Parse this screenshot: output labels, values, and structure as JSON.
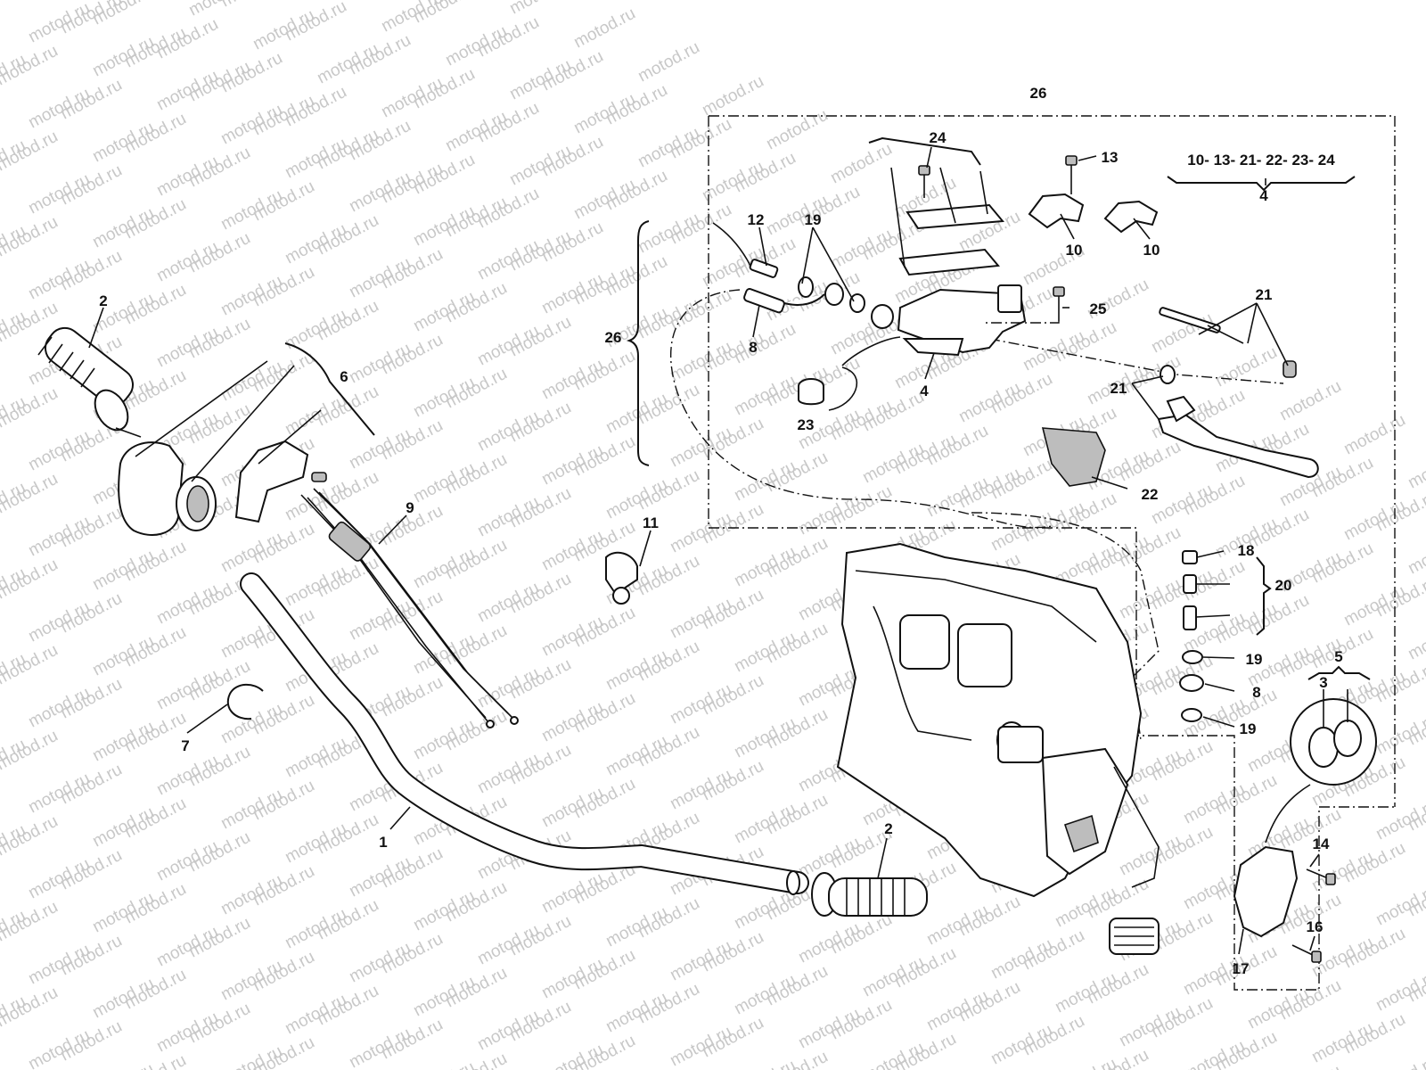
{
  "watermark": {
    "text": "motod.ru",
    "color": "#c8c8c8"
  },
  "colors": {
    "ink": "#111111",
    "background": "#ffffff",
    "shade": "#bdbdbd"
  },
  "callouts": {
    "c1": "1",
    "c2a": "2",
    "c2b": "2",
    "c3": "3",
    "c4a": "4",
    "c4b": "4",
    "c5": "5",
    "c6": "6",
    "c7": "7",
    "c8a": "8",
    "c8b": "8",
    "c9": "9",
    "c10a": "10",
    "c10b": "10",
    "c11": "11",
    "c12": "12",
    "c13": "13",
    "c14": "14",
    "c16": "16",
    "c17": "17",
    "c18": "18",
    "c19a": "19",
    "c19b": "19",
    "c19c": "19",
    "c20": "20",
    "c21a": "21",
    "c21b": "21",
    "c22": "22",
    "c23": "23",
    "c24": "24",
    "c25": "25",
    "c26a": "26",
    "c26b": "26",
    "kit": "10- 13- 21- 22- 23- 24"
  }
}
